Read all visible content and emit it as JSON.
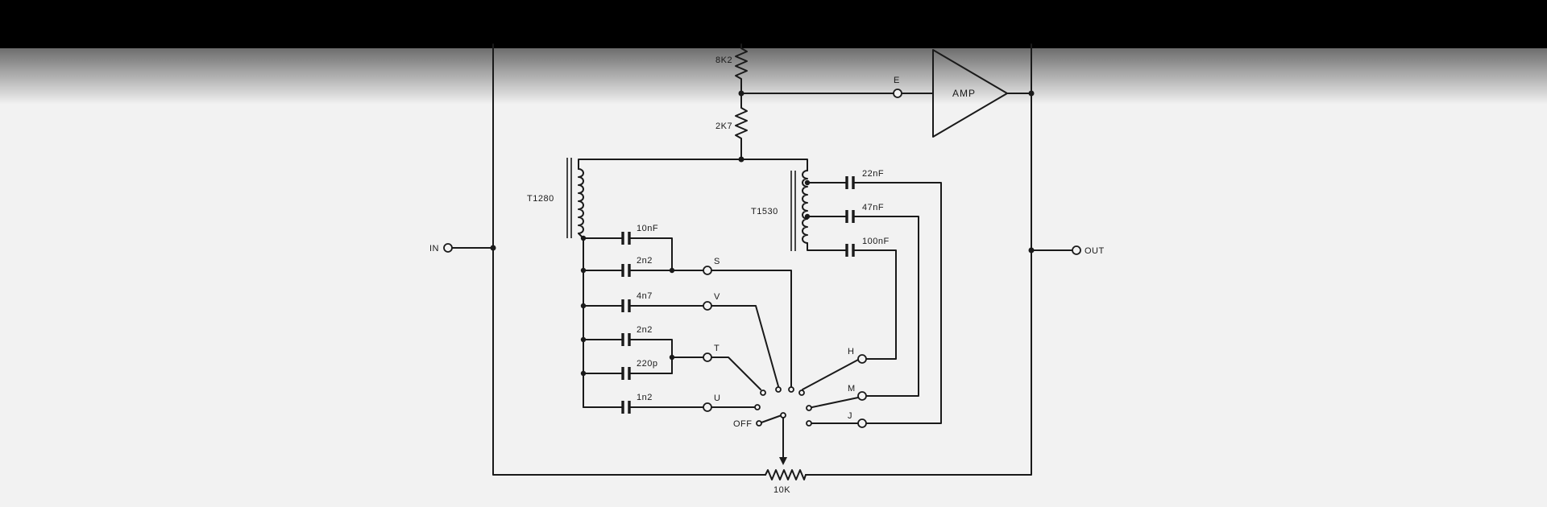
{
  "labels": {
    "r_top": "8K2",
    "r_mid": "2K7",
    "pot": "10K",
    "amp": "AMP",
    "in": "IN",
    "out": "OUT",
    "t_left": "T1280",
    "t_right": "T1530",
    "node_e": "E",
    "c_10nF": "10nF",
    "c_2n2_a": "2n2",
    "c_4n7": "4n7",
    "c_2n2_b": "2n2",
    "c_220p": "220p",
    "c_1n2": "1n2",
    "c_22nF": "22nF",
    "c_47nF": "47nF",
    "c_100nF": "100nF",
    "sw_s": "S",
    "sw_v": "V",
    "sw_t": "T",
    "sw_u": "U",
    "sw_off": "OFF",
    "sw_h": "H",
    "sw_m": "M",
    "sw_j": "J"
  },
  "colors": {
    "ink": "#1a1a1a",
    "paper": "#f2f2f2",
    "topbar": "#000000"
  }
}
